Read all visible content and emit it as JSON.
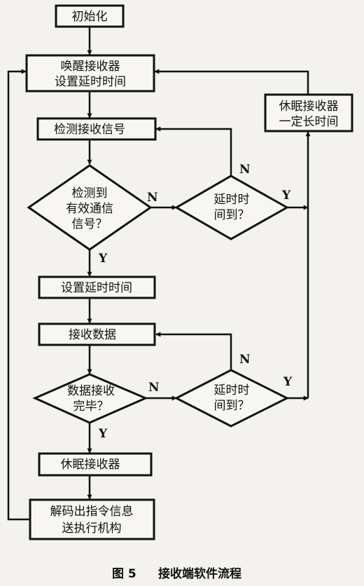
{
  "nodes": {
    "init": "初始化",
    "wake_1": "唤醒接收器",
    "wake_2": "设置延时时间",
    "sleep_long_1": "休眠接收器",
    "sleep_long_2": "一定长时间",
    "detect_signal": "检测接收信号",
    "valid_1": "检测到",
    "valid_2": "有效通信",
    "valid_3": "信号？",
    "timeout1_1": "延时时",
    "timeout1_2": "间到？",
    "set_delay": "设置延时时间",
    "receive_data": "接收数据",
    "done_1": "数据接收",
    "done_2": "完毕？",
    "timeout2_1": "延时时",
    "timeout2_2": "间到？",
    "sleep": "休眠接收器",
    "decode_1": "解码出指令信息",
    "decode_2": "送执行机构"
  },
  "labels": {
    "yes": "Y",
    "no": "N"
  },
  "caption": {
    "figure_no": "图 5",
    "title": "接收端软件流程"
  }
}
